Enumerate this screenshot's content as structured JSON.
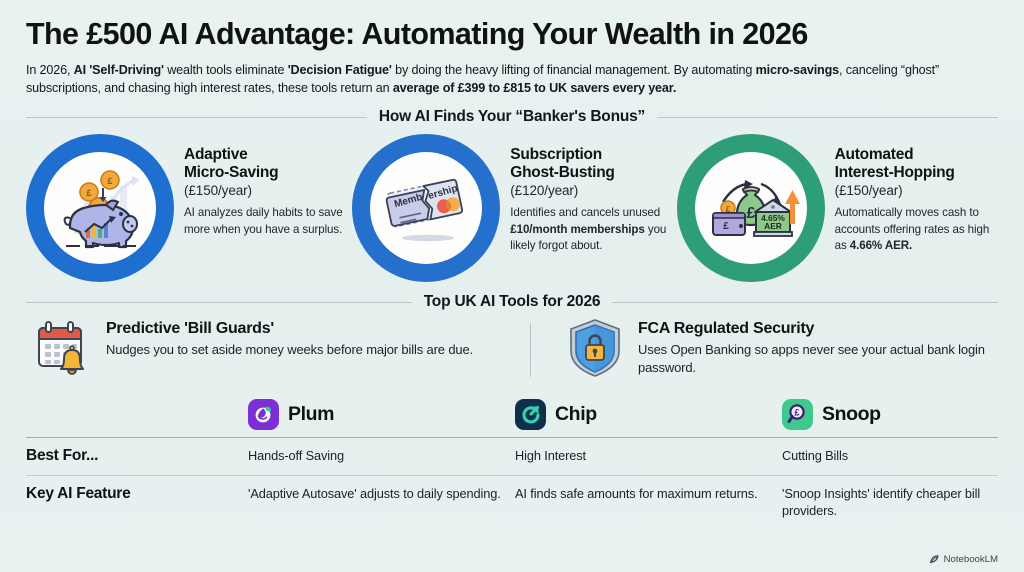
{
  "header": {
    "title": "The £500 AI Advantage: Automating Your Wealth in 2026",
    "intro_p1": "In 2026, ",
    "intro_b1": "AI 'Self-Driving'",
    "intro_p2": " wealth tools eliminate ",
    "intro_b2": "'Decision Fatigue'",
    "intro_p3": " by doing the heavy lifting of financial management. By automating ",
    "intro_b3": "micro-savings",
    "intro_p4": ", canceling “ghost” subscriptions, and chasing high interest rates, these tools return an ",
    "intro_b4": "average of £399 to £815 to UK savers every year."
  },
  "section1": {
    "heading": "How AI Finds Your “Banker's Bonus”",
    "pillars": [
      {
        "icon": "piggy-bank-coins-icon",
        "ring_color": "#1f6fd0",
        "title_l1": "Adaptive",
        "title_l2": "Micro-Saving",
        "amount": "(£150/year)",
        "body_p1": "AI analyzes daily habits to save more when you have a surplus.",
        "body_b1": "",
        "body_p2": ""
      },
      {
        "icon": "torn-membership-card-icon",
        "ring_color": "#2570cc",
        "title_l1": "Subscription",
        "title_l2": "Ghost-Busting",
        "amount": "(£120/year)",
        "body_p1": "Identifies and cancels unused ",
        "body_b1": "£10/month memberships",
        "body_p2": " you likely forgot about."
      },
      {
        "icon": "money-bag-bank-transfer-icon",
        "ring_color": "#2e9e79",
        "title_l1": "Automated",
        "title_l2": "Interest-Hopping",
        "amount": "(£150/year)",
        "body_p1": "Automatically moves cash to accounts offering rates as high as ",
        "body_b1": "4.66% AER.",
        "body_p2": ""
      }
    ],
    "icon_label_aer": "4.65%",
    "icon_label_aer2": "AER",
    "icon_label_pound": "£"
  },
  "section2": {
    "heading": "Top UK AI Tools for 2026",
    "tools": [
      {
        "icon": "calendar-bell-icon",
        "title": "Predictive 'Bill Guards'",
        "body": "Nudges you to set aside money weeks before major bills are due."
      },
      {
        "icon": "shield-lock-icon",
        "title": "FCA Regulated Security",
        "body": "Uses Open Banking so apps never see your actual bank login password."
      }
    ]
  },
  "comparison": {
    "brands": [
      {
        "name": "Plum",
        "icon": "plum-logo-icon",
        "badge_color": "#7b2fd4"
      },
      {
        "name": "Chip",
        "icon": "chip-logo-icon",
        "badge_color": "#0f2f4a"
      },
      {
        "name": "Snoop",
        "icon": "snoop-logo-icon",
        "badge_color": "#3fc98a"
      }
    ],
    "rows": [
      {
        "label": "Best For...",
        "cells": [
          "Hands-off Saving",
          "High Interest",
          "Cutting Bills"
        ]
      },
      {
        "label": "Key AI Feature",
        "cells": [
          "'Adaptive Autosave' adjusts to daily spending.",
          "AI finds safe amounts for maximum returns.",
          "'Snoop Insights' identify cheaper bill providers."
        ]
      }
    ]
  },
  "footer": {
    "brand": "NotebookLM"
  }
}
